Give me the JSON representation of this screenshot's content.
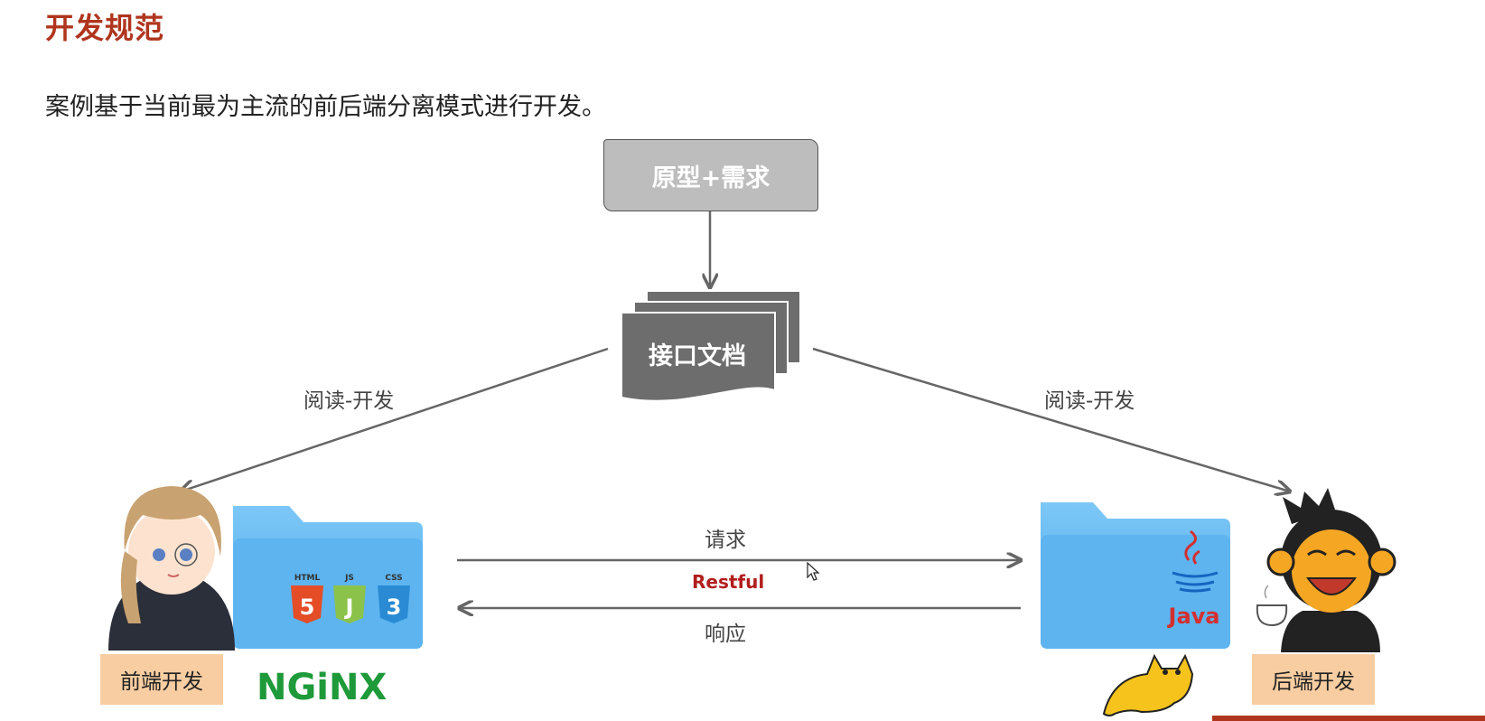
{
  "title": "开发规范",
  "subtitle": "案例基于当前最为主流的前后端分离模式进行开发。",
  "nodes": {
    "prototype": "原型+需求",
    "api_doc": "接口文档"
  },
  "edges": {
    "read_dev_left": "阅读-开发",
    "read_dev_right": "阅读-开发",
    "request": "请求",
    "protocol": "Restful",
    "response": "响应"
  },
  "roles": {
    "frontend": "前端开发",
    "backend": "后端开发"
  },
  "logos": {
    "html": "HTML",
    "js": "JS",
    "css": "CSS",
    "html_num": "5",
    "js_num": "J",
    "css_num": "3",
    "nginx": "NGiNX",
    "java": "Java"
  },
  "colors": {
    "title": "#b0351e",
    "folder": "#5db4ef",
    "role_box": "#f8cda1",
    "nginx": "#1e9a3a",
    "restful": "#b21e1e"
  }
}
